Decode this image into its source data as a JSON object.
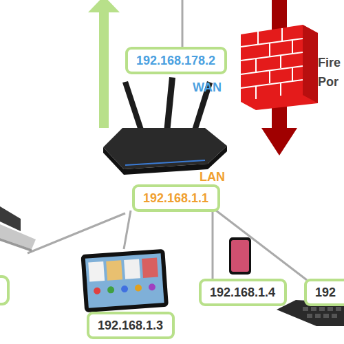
{
  "diagram": {
    "nodes": [
      {
        "text": [
          "192.168.178.2"
        ]
      },
      {
        "text": [
          "192.168.1.1"
        ]
      },
      {
        "text": [
          "192.168.1.3"
        ]
      },
      {
        "text": [
          "192.168.1.4"
        ]
      },
      {
        "text": [
          "192"
        ]
      }
    ],
    "edges": [
      {
        "from": 1,
        "to": 3,
        "arrow": "none"
      },
      {
        "from": 1,
        "to": 4,
        "arrow": "none"
      }
    ],
    "labels": [
      "WAN",
      "LAN",
      "Fire",
      "Por"
    ]
  }
}
